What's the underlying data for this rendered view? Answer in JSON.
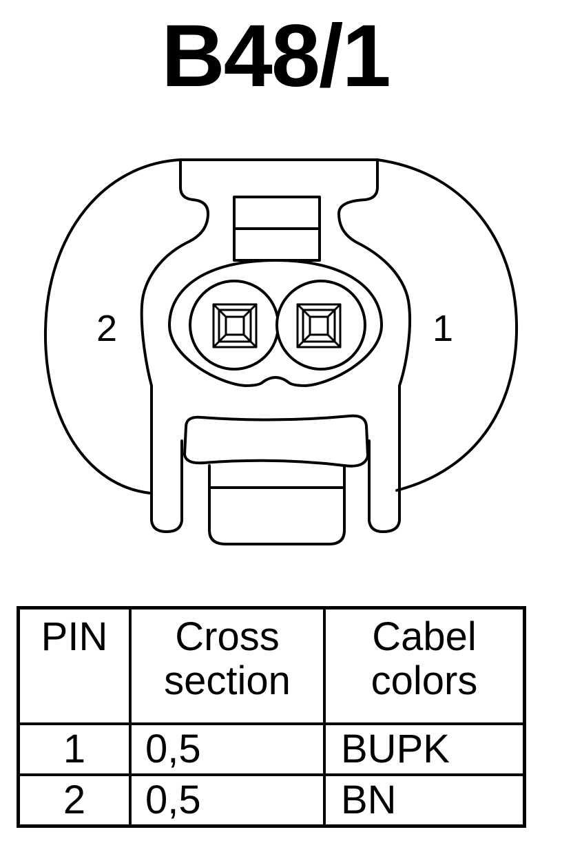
{
  "connector": {
    "title": "B48/1",
    "pin_labels": {
      "left": "2",
      "right": "1"
    }
  },
  "table": {
    "headers": {
      "pin": "PIN",
      "cross_section": [
        "Cross",
        "section"
      ],
      "cable_colors": [
        "Cabel",
        "colors"
      ]
    },
    "rows": [
      {
        "pin": "1",
        "cross_section": "0,5",
        "color": "BUPK"
      },
      {
        "pin": "2",
        "cross_section": "0,5",
        "color": "BN"
      }
    ]
  }
}
